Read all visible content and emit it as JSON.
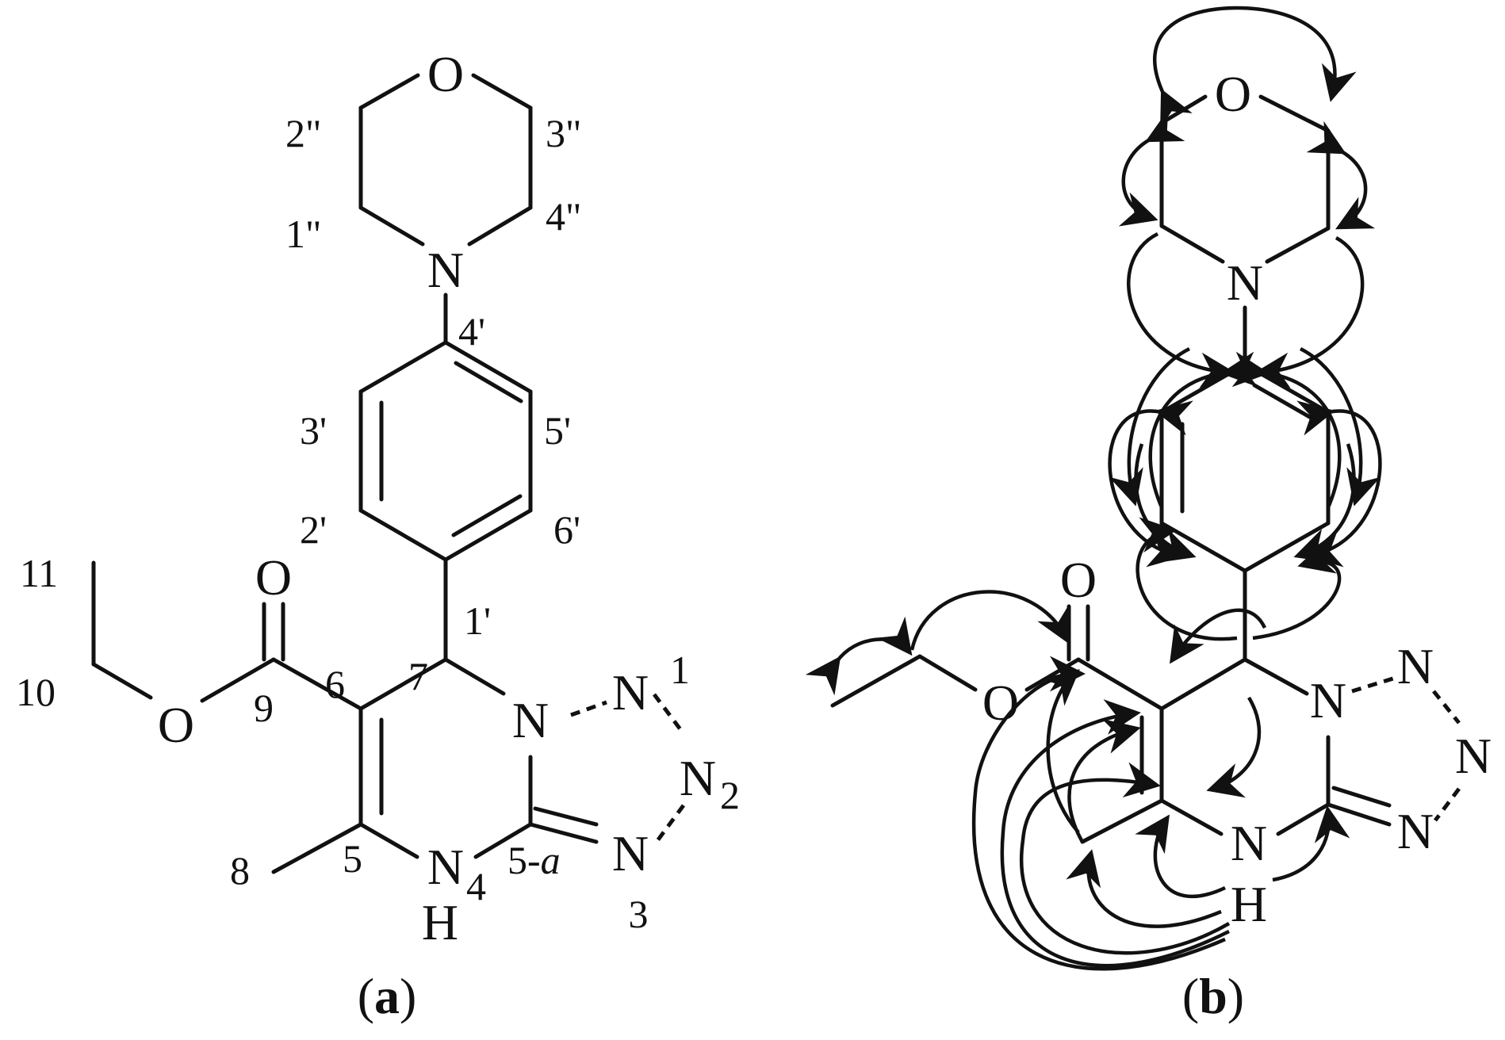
{
  "panel_a": {
    "atoms": {
      "O_ring": "O",
      "N_morph": "N",
      "O_carbonyl": "O",
      "O_ester": "O",
      "N1_atom": "N",
      "N1_sup": "1",
      "N2_atom": "N",
      "N2_sub": "2",
      "N3_atom": "N",
      "N3_num": "3",
      "N_bridge": "N",
      "N4_atom": "N",
      "N4_sup": "4",
      "H4": "H"
    },
    "labels": {
      "c2pp": "2\"",
      "c3pp": "3\"",
      "c1pp": "1\"",
      "c4pp": "4\"",
      "c4p": "4'",
      "c3p": "3'",
      "c5p": "5'",
      "c2p": "2'",
      "c6p": "6'",
      "c1p": "1'",
      "c11": "11",
      "c10": "10",
      "c9": "9",
      "c7": "7",
      "c6": "6",
      "c5": "5",
      "c8": "8",
      "c5a_num": "5-",
      "c5a_ital": "a"
    },
    "caption_open": "(",
    "caption_letter": "a",
    "caption_close": ")"
  },
  "panel_b": {
    "atoms": {
      "O_ring": "O",
      "N_morph": "N",
      "O_carbonyl": "O",
      "O_ester": "O",
      "N_bridge": "N",
      "N_t1": "N",
      "N_t2": "N",
      "N_t3": "N",
      "NH_N": "N",
      "NH_H": "H"
    },
    "caption_open": "(",
    "caption_letter": "b",
    "caption_close": ")"
  }
}
